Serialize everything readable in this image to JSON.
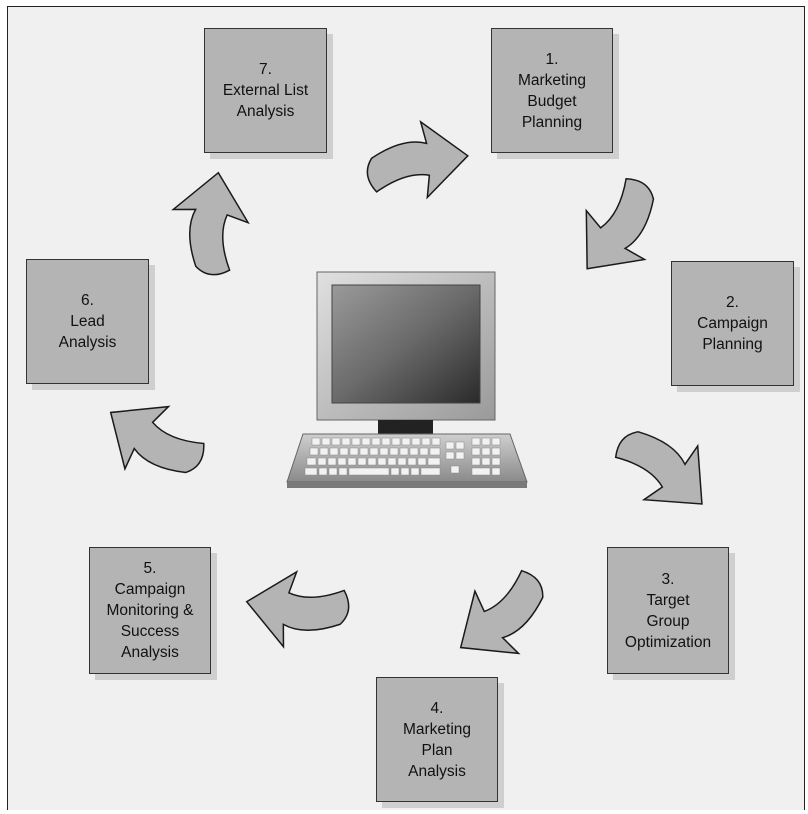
{
  "steps": [
    {
      "number": "1.",
      "lines": [
        "Marketing",
        "Budget",
        "Planning"
      ]
    },
    {
      "number": "2.",
      "lines": [
        "Campaign",
        "Planning"
      ]
    },
    {
      "number": "3.",
      "lines": [
        "Target",
        "Group",
        "Optimization"
      ]
    },
    {
      "number": "4.",
      "lines": [
        "Marketing",
        "Plan",
        "Analysis"
      ]
    },
    {
      "number": "5.",
      "lines": [
        "Campaign",
        "Monitoring &",
        "Success",
        "Analysis"
      ]
    },
    {
      "number": "6.",
      "lines": [
        "Lead",
        "Analysis"
      ]
    },
    {
      "number": "7.",
      "lines": [
        "External List",
        "Analysis"
      ]
    }
  ],
  "colors": {
    "box_fill": "#b4b4b4",
    "box_shadow": "#cfcfcf",
    "arrow_fill": "#b4b4b4",
    "background": "#f0f0f0"
  },
  "icons": [
    "computer-icon",
    "arrow-icon"
  ]
}
